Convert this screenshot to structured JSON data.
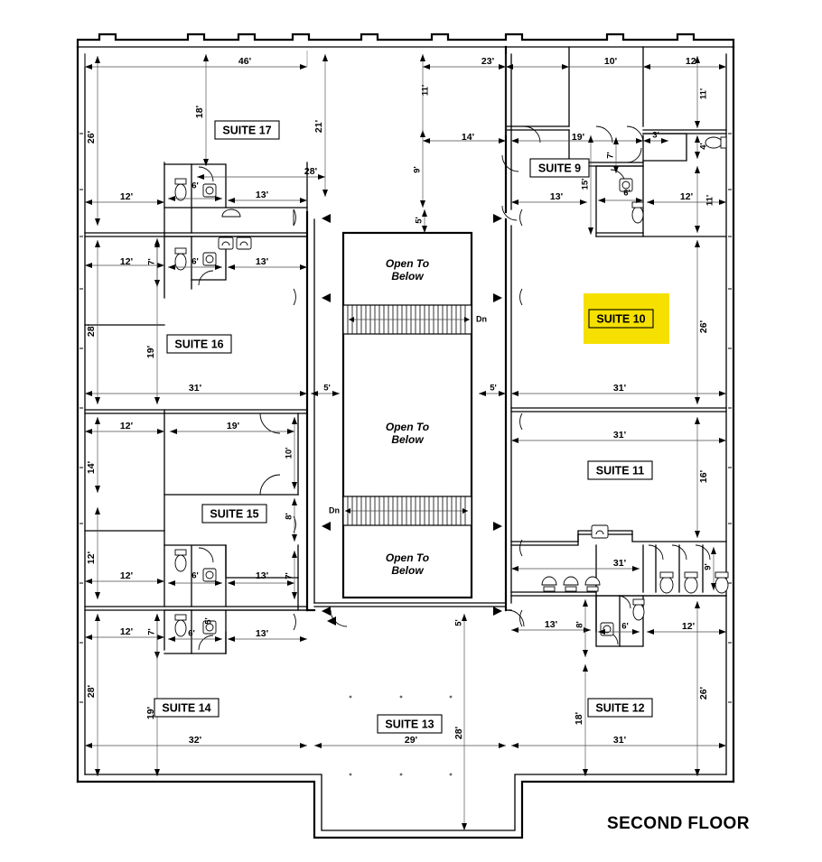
{
  "document": {
    "title": "SECOND FLOOR",
    "drawing_type": "floor-plan",
    "highlight_color": "#F5E000",
    "background_color": "#FFFFFF",
    "line_color": "#000000"
  },
  "suites": [
    {
      "id": "suite-17",
      "label": "SUITE 17",
      "highlighted": false
    },
    {
      "id": "suite-16",
      "label": "SUITE 16",
      "highlighted": false
    },
    {
      "id": "suite-15",
      "label": "SUITE 15",
      "highlighted": false
    },
    {
      "id": "suite-14",
      "label": "SUITE 14",
      "highlighted": false
    },
    {
      "id": "suite-13",
      "label": "SUITE 13",
      "highlighted": false
    },
    {
      "id": "suite-12",
      "label": "SUITE 12",
      "highlighted": false
    },
    {
      "id": "suite-11",
      "label": "SUITE 11",
      "highlighted": false
    },
    {
      "id": "suite-10",
      "label": "SUITE 10",
      "highlighted": true
    },
    {
      "id": "suite-9",
      "label": "SUITE 9",
      "highlighted": false
    }
  ],
  "annotations": {
    "open_to_below_1_line1": "Open To",
    "open_to_below_1_line2": "Below",
    "open_to_below_2_line1": "Open To",
    "open_to_below_2_line2": "Below",
    "open_to_below_3_line1": "Open To",
    "open_to_below_3_line2": "Below",
    "stair_down_1": "Dn",
    "stair_down_2": "Dn"
  },
  "dimensions": {
    "top_row": [
      "46'",
      "23'",
      "10'",
      "12'"
    ],
    "suite17": [
      "18'",
      "21'",
      "28'",
      "26'",
      "12'",
      "6'",
      "13'"
    ],
    "suite16": [
      "12'",
      "7'",
      "6'",
      "13'",
      "28'",
      "19'",
      "31'",
      "5'"
    ],
    "suite15": [
      "12'",
      "19'",
      "10'",
      "14'",
      "8'",
      "12'",
      "6'",
      "13'",
      "7'"
    ],
    "suite14": [
      "12'",
      "7'",
      "6'",
      "5'",
      "13'",
      "28'",
      "19'",
      "32'"
    ],
    "suite13": [
      "29'",
      "28'",
      "5'"
    ],
    "suite12": [
      "31'",
      "13'",
      "8'",
      "6'",
      "12'",
      "18'",
      "26'",
      "9'"
    ],
    "suite11": [
      "31'",
      "16'",
      "31'"
    ],
    "suite10": [
      "31'",
      "26'",
      "5'"
    ],
    "suite9": [
      "14'",
      "9'",
      "19'",
      "15'",
      "13'",
      "7'",
      "6'",
      "3'",
      "11'",
      "12'",
      "4'",
      "5'"
    ]
  },
  "fixtures": {
    "toilet": "toilet-fixture",
    "urinal": "urinal-fixture",
    "sink": "sink-fixture",
    "drinking_fountain": "drinking-fountain-fixture"
  }
}
